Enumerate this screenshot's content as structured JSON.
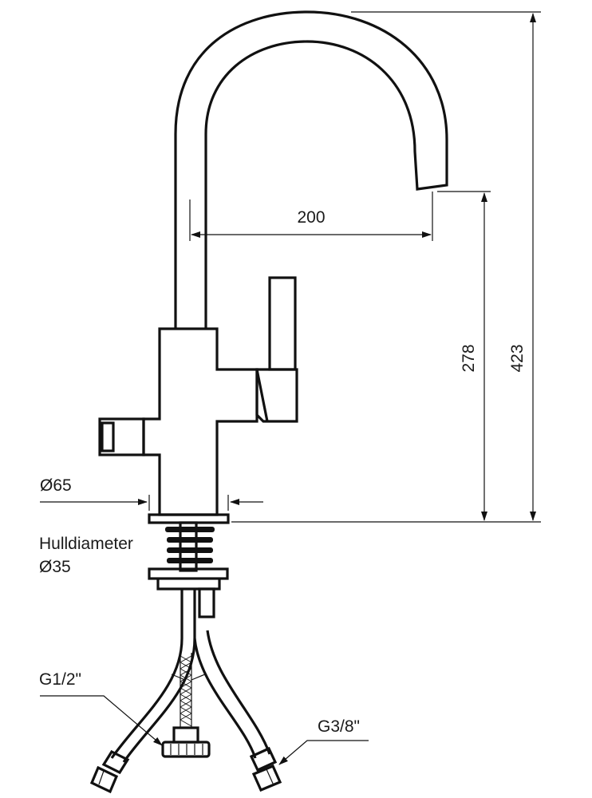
{
  "dimensions": {
    "spout_reach": "200",
    "outlet_height": "278",
    "total_height": "423",
    "base_diameter": "Ø65",
    "hole_label": "Hulldiameter",
    "hole_diameter": "Ø35",
    "connection_large": "G1/2\"",
    "connection_small": "G3/8\""
  }
}
